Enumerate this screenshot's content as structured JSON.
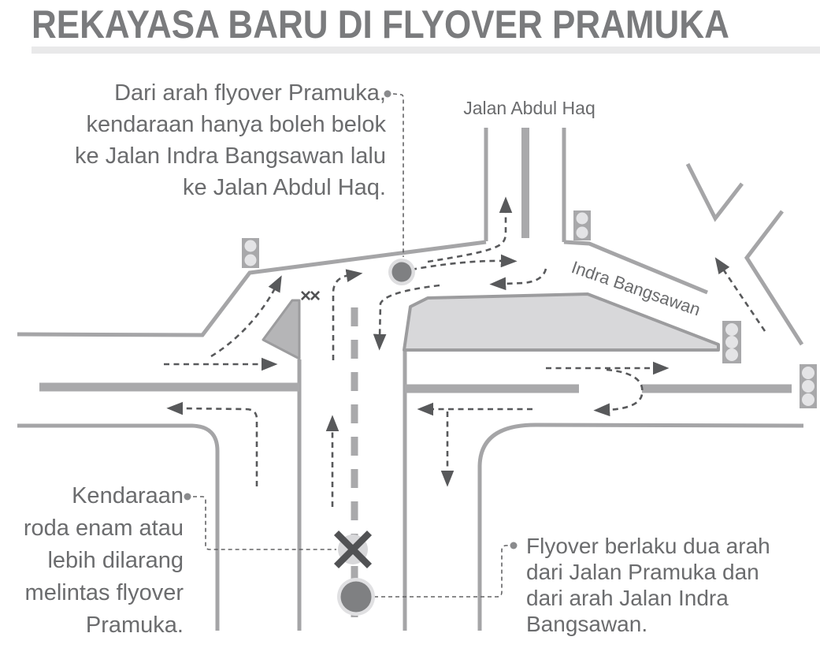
{
  "title": "REKAYASA BARU DI FLYOVER PRAMUKA",
  "map_labels": {
    "jalan_abdul_haq": "Jalan Abdul Haq",
    "indra_bangsawan": "Indra Bangsawan"
  },
  "annotations": {
    "top_left": {
      "lines": {
        "0": "Dari arah flyover Pramuka,",
        "1": "kendaraan hanya boleh belok",
        "2": "ke Jalan Indra Bangsawan lalu",
        "3": "ke Jalan Abdul Haq."
      }
    },
    "bottom_left": {
      "lines": {
        "0": "Kendaraan",
        "1": "roda enam atau",
        "2": "lebih dilarang",
        "3": "melintas flyover",
        "4": "Pramuka."
      }
    },
    "bottom_right": {
      "lines": {
        "0": "Flyover berlaku dua arah",
        "1": "dari Jalan Pramuka dan",
        "2": "dari arah Jalan Indra",
        "3": "Bangsawan."
      }
    }
  },
  "markers": {
    "closed_lane_marks": "××"
  },
  "colors": {
    "title_gray": "#7a7b7d",
    "rule_gray": "#e9e9ea",
    "text_gray": "#6b6c6e",
    "road_gray": "#a5a5a7",
    "median_gray": "#a9a9ab",
    "deck_fill": "#d8d8da",
    "gore_fill": "#b5b5b7",
    "arrow_dark": "#58595b",
    "marker_dot": "#7f8082",
    "marker_halo": "#dedee0",
    "signal_box": "#a8a8aa",
    "signal_lamp": "#e4e4e6"
  }
}
